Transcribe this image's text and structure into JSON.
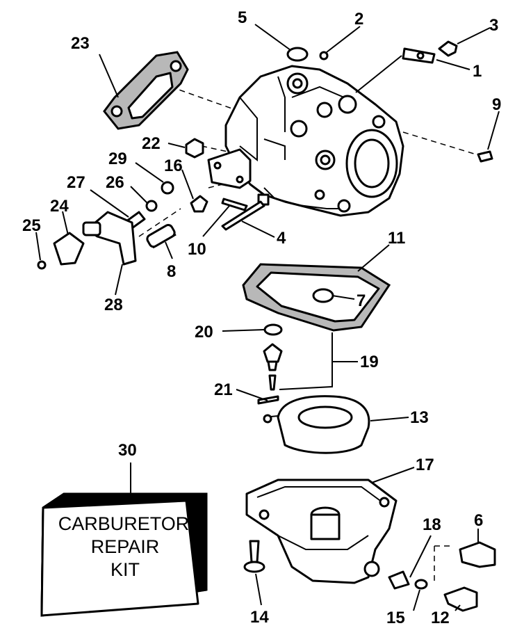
{
  "diagram": {
    "callouts": [
      "1",
      "2",
      "3",
      "4",
      "5",
      "6",
      "7",
      "8",
      "9",
      "10",
      "11",
      "12",
      "13",
      "14",
      "15",
      "16",
      "17",
      "18",
      "19",
      "20",
      "21",
      "22",
      "23",
      "24",
      "25",
      "26",
      "27",
      "28",
      "29",
      "30"
    ],
    "kit_label": {
      "line1": "CARBURETOR",
      "line2": "REPAIR",
      "line3": "KIT"
    },
    "colors": {
      "ink": "#000000",
      "paper": "#ffffff",
      "gasket_fill": "#b8b8b8",
      "kit_side": "#000000"
    }
  }
}
